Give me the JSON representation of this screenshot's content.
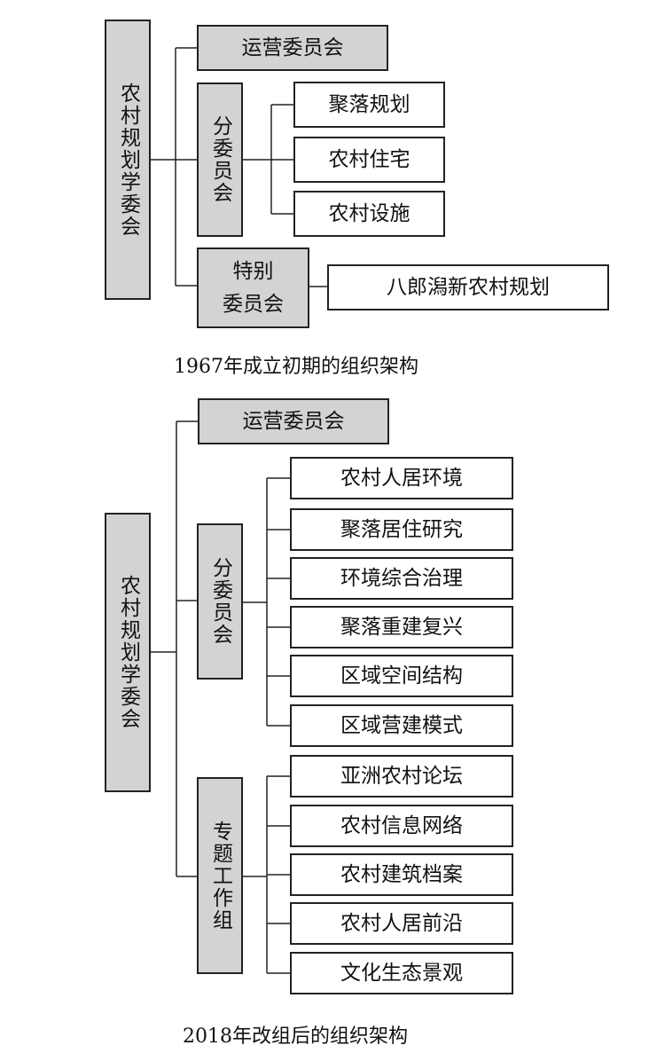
{
  "diagram1": {
    "root": "农村规划学委会",
    "operations": "运营委员会",
    "subcommittee": "分委员会",
    "subcommittee_items": [
      "聚落规划",
      "农村住宅",
      "农村设施"
    ],
    "special_line1": "特别",
    "special_line2": "委员会",
    "special_items": [
      "八郎潟新农村规划"
    ],
    "caption": "1967年成立初期的组织架构"
  },
  "diagram2": {
    "root": "农村规划学委会",
    "operations": "运营委员会",
    "subcommittee": "分委员会",
    "subcommittee_items": [
      "农村人居环境",
      "聚落居住研究",
      "环境综合治理",
      "聚落重建复兴",
      "区域空间结构",
      "区域营建模式"
    ],
    "workgroup": "专题工作组",
    "workgroup_items": [
      "亚洲农村论坛",
      "农村信息网络",
      "农村建筑档案",
      "农村人居前沿",
      "文化生态景观"
    ],
    "caption": "2018年改组后的组织架构"
  }
}
